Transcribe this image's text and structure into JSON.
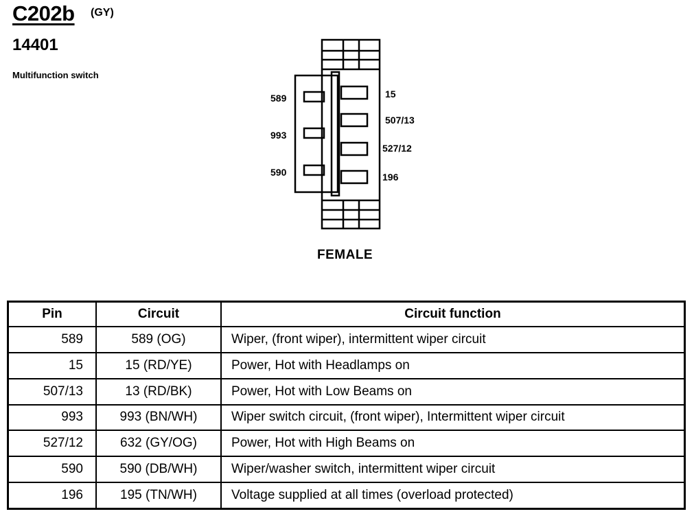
{
  "header": {
    "connector_id": "C202b",
    "color_code": "(GY)",
    "part_number": "14401",
    "description": "Multifunction switch"
  },
  "connector": {
    "gender": "FEMALE",
    "left_pins": [
      "589",
      "993",
      "590"
    ],
    "right_pins": [
      "15",
      "507/13",
      "527/12",
      "196"
    ]
  },
  "table": {
    "headers": [
      "Pin",
      "Circuit",
      "Circuit function"
    ],
    "rows": [
      {
        "pin": "589",
        "circuit": "589 (OG)",
        "function": "Wiper, (front wiper), intermittent wiper circuit"
      },
      {
        "pin": "15",
        "circuit": "15 (RD/YE)",
        "function": "Power, Hot with Headlamps on"
      },
      {
        "pin": "507/13",
        "circuit": "13 (RD/BK)",
        "function": "Power, Hot with Low Beams on"
      },
      {
        "pin": "993",
        "circuit": "993 (BN/WH)",
        "function": "Wiper switch circuit, (front wiper), Intermittent wiper circuit"
      },
      {
        "pin": "527/12",
        "circuit": "632 (GY/OG)",
        "function": "Power, Hot with High Beams on"
      },
      {
        "pin": "590",
        "circuit": "590 (DB/WH)",
        "function": "Wiper/washer switch, intermittent wiper circuit"
      },
      {
        "pin": "196",
        "circuit": "195 (TN/WH)",
        "function": "Voltage supplied at all times (overload protected)"
      }
    ]
  }
}
